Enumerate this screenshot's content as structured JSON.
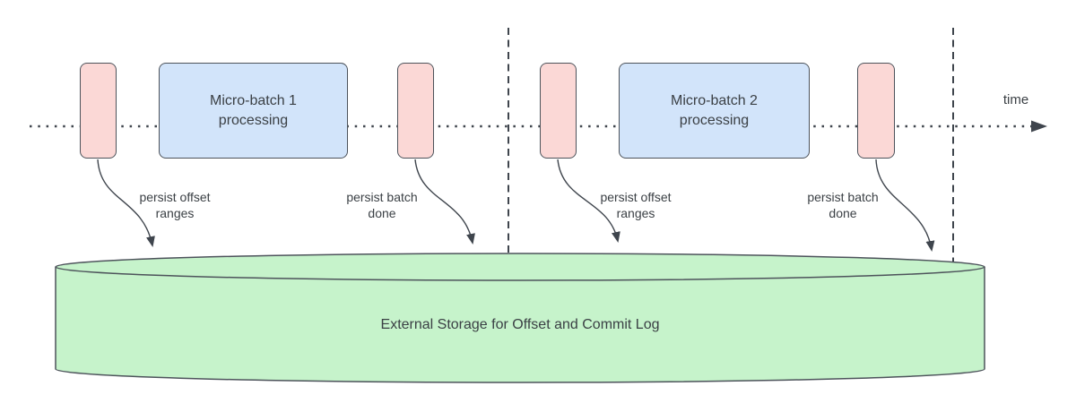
{
  "timeline": {
    "label": "time"
  },
  "batches": [
    {
      "box_label": "Micro-batch 1\nprocessing",
      "offset_label": "persist offset\nranges",
      "commit_label": "persist batch\ndone"
    },
    {
      "box_label": "Micro-batch 2\nprocessing",
      "offset_label": "persist offset\nranges",
      "commit_label": "persist batch\ndone"
    }
  ],
  "storage": {
    "label": "External Storage for Offset and Commit Log"
  },
  "colors": {
    "pink-fill": "#fbd8d6",
    "blue-fill": "#d2e4fa",
    "green-fill": "#c6f3cb",
    "shape-border": "#4d535b",
    "line": "#3f454d",
    "text": "#3b4045",
    "background": "#ffffff"
  }
}
